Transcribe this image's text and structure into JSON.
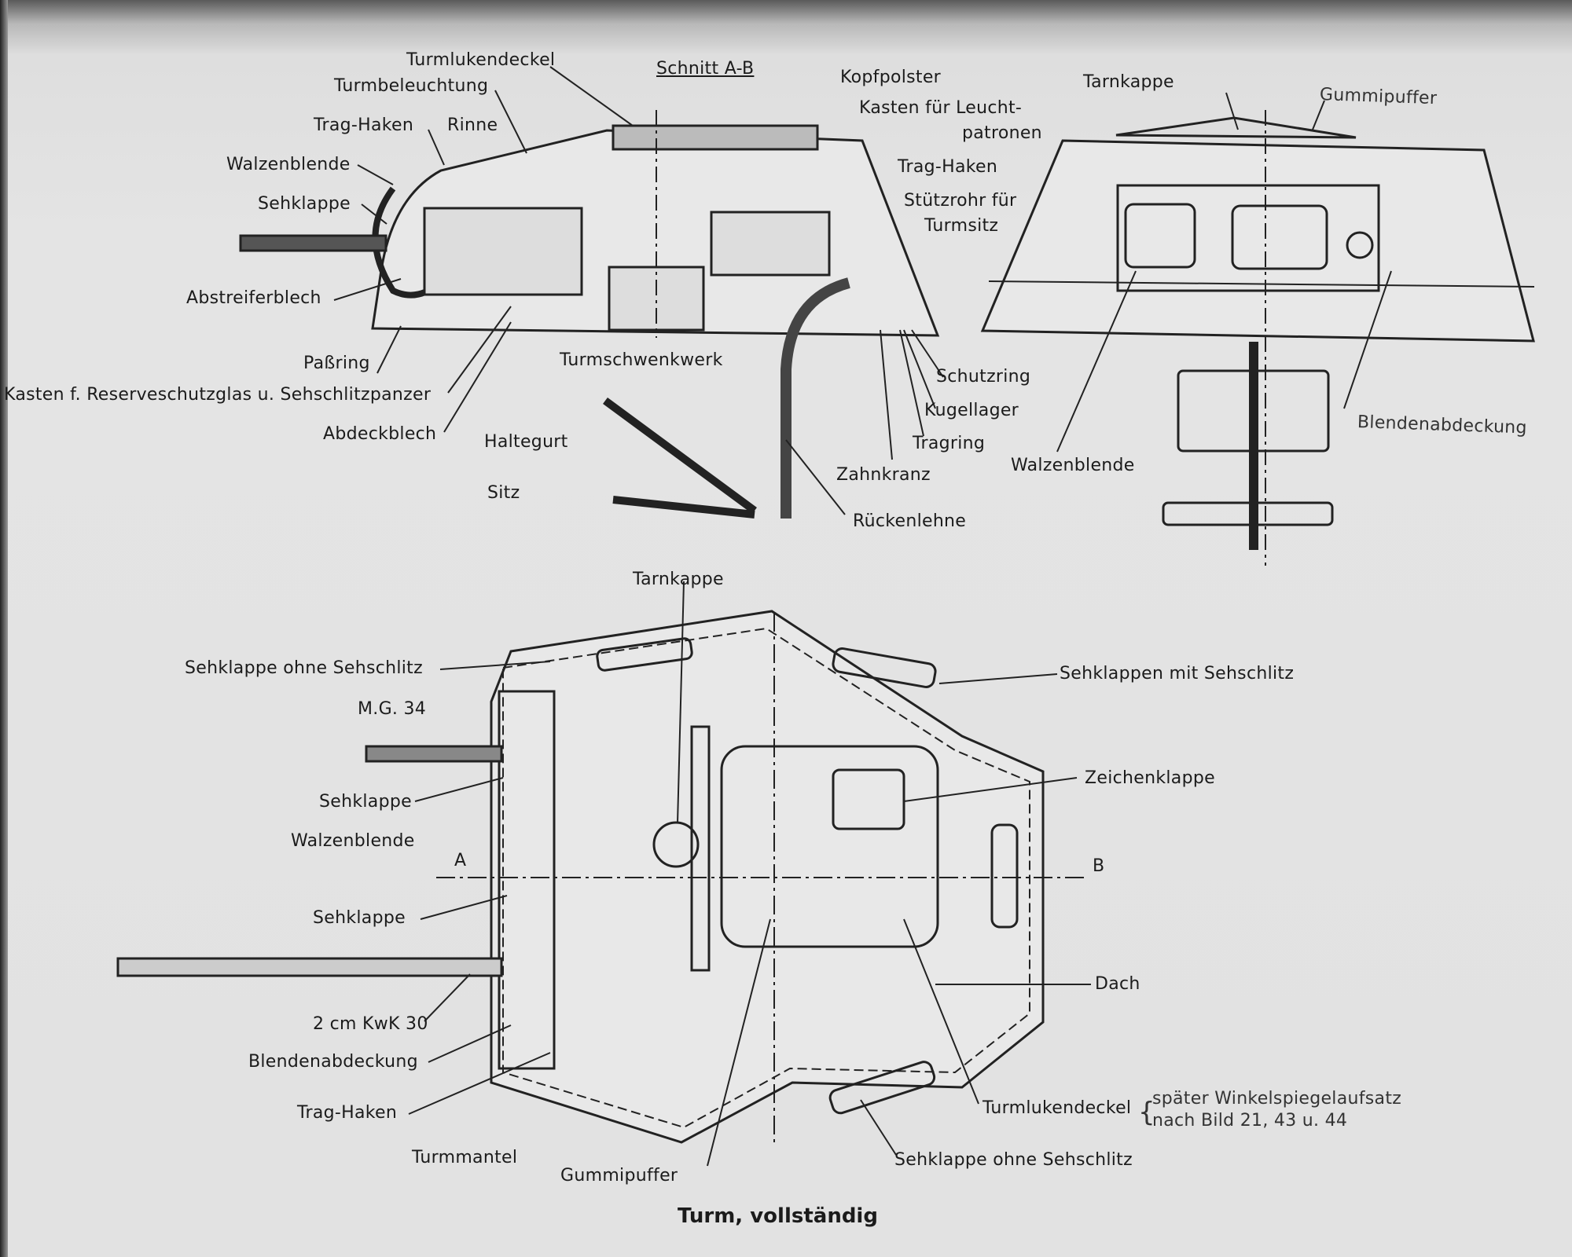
{
  "section_view": {
    "title": "Schnitt A-B",
    "labels": {
      "turmlukendeckel": "Turmlukendeckel",
      "turmbeleuchtung": "Turmbeleuchtung",
      "trag_haken": "Trag-Haken",
      "rinne": "Rinne",
      "walzenblende": "Walzenblende",
      "sehklappe": "Sehklappe",
      "abstreiferblech": "Abstreiferblech",
      "passring": "Paßring",
      "kasten_reserve": "Kasten f. Reserveschutzglas u. Sehschlitzpanzer",
      "abdeckblech": "Abdeckblech",
      "turmschwenkwerk": "Turmschwenkwerk",
      "haltegurt": "Haltegurt",
      "sitz": "Sitz",
      "kopfpolster": "Kopfpolster",
      "kasten_leucht_1": "Kasten für Leucht-",
      "kasten_leucht_2": "patronen",
      "trag_haken_right": "Trag-Haken",
      "stuetzrohr_1": "Stützrohr für",
      "stuetzrohr_2": "Turmsitz",
      "schutzring": "Schutzring",
      "kugellager": "Kugellager",
      "tragring": "Tragring",
      "zahnkranz": "Zahnkranz",
      "rueckenlehne": "Rückenlehne"
    }
  },
  "front_view": {
    "labels": {
      "tarnkappe": "Tarnkappe",
      "gummipuffer": "Gummipuffer",
      "walzenblende": "Walzenblende",
      "blendenabdeckung": "Blendenabdeckung"
    }
  },
  "top_view": {
    "labels": {
      "tarnkappe": "Tarnkappe",
      "sehklappe_ohne_1": "Sehklappe ohne Sehschlitz",
      "mg34": "M.G. 34",
      "sehklappe_1": "Sehklappe",
      "walzenblende": "Walzenblende",
      "marker_a": "A",
      "sehklappe_2": "Sehklappe",
      "kwk30": "2 cm KwK 30",
      "blendenabdeckung": "Blendenabdeckung",
      "trag_haken": "Trag-Haken",
      "turmmantel": "Turmmantel",
      "gummipuffer": "Gummipuffer",
      "sehklappen_mit": "Sehklappen mit Sehschlitz",
      "zeichenklappe": "Zeichenklappe",
      "marker_b": "B",
      "dach": "Dach",
      "turmlukendeckel": "Turmlukendeckel",
      "note_1": "später Winkelspiegelaufsatz",
      "note_2": "nach Bild 21, 43 u. 44",
      "sehklappe_ohne_2": "Sehklappe ohne Sehschlitz"
    }
  },
  "caption": "Turm, vollständig"
}
